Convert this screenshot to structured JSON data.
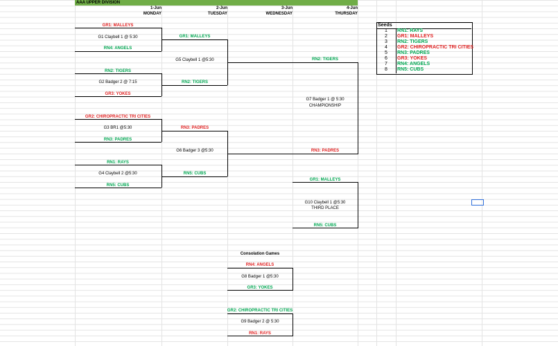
{
  "sheet": {
    "title": "AAA UPPER DIVISION"
  },
  "days": [
    {
      "date": "1-Jun",
      "name": "MONDAY"
    },
    {
      "date": "2-Jun",
      "name": "TUESDAY"
    },
    {
      "date": "3-Jun",
      "name": "WEDNESDAY"
    },
    {
      "date": "4-Jun",
      "name": "THURSDAY"
    }
  ],
  "round1": [
    {
      "top": "GR1: MALLEYS",
      "top_color": "red",
      "game": "G1 Claybell 1 @ 5:30",
      "bottom": "RN4: ANGELS",
      "bottom_color": "green"
    },
    {
      "top": "RN2: TIGERS",
      "top_color": "green",
      "game": "G2 Badger 2 @ 7:15",
      "bottom": "GR3: YOKES",
      "bottom_color": "red"
    },
    {
      "top": "GR2: CHIROPRACTIC TRI CITIES",
      "top_color": "red",
      "game": "G3 BR1 @5:30",
      "bottom": "RN3: PADRES",
      "bottom_color": "green"
    },
    {
      "top": "RN1: RAYS",
      "top_color": "green",
      "game": "G4 Claybell 2 @5:30",
      "bottom": "RN5: CUBS",
      "bottom_color": "green"
    }
  ],
  "round2": [
    {
      "top": "GR1: MALLEYS",
      "top_color": "green",
      "game": "G5 Claybell 1 @5:30",
      "bottom": "RN2: TIGERS",
      "bottom_color": "green"
    },
    {
      "top": "RN3: PADRES",
      "top_color": "red",
      "game": "G6 Badger 3 @5:30",
      "bottom": "RN5: CUBS",
      "bottom_color": "green"
    }
  ],
  "final": {
    "top": "RN2: TIGERS",
    "game": "G7 Badger 1 @ 5:30",
    "label": "CHAMPIONSHIP",
    "bottom": "RN3: PADRES"
  },
  "third": {
    "top": "GR1: MALLEYS",
    "game": "G10 Claybell 1 @5:30",
    "label": "THIRD PLACE",
    "bottom": "RN5: CUBS"
  },
  "consolation": {
    "title": "Consolation Games",
    "games": [
      {
        "top": "RN4: ANGELS",
        "top_color": "red",
        "game": "G8 Badger 1 @5:30",
        "bottom": "GR3: YOKES",
        "bottom_color": "green"
      },
      {
        "top": "GR2: CHIROPRACTIC TRI CITIES",
        "top_color": "green",
        "game": "G9 Badger 2 @ 5:30",
        "bottom": "RN1: RAYS",
        "bottom_color": "red"
      }
    ]
  },
  "seeds": {
    "title": "Seeds",
    "rows": [
      {
        "n": "1",
        "team": "RN1: RAYS",
        "color": "green"
      },
      {
        "n": "2",
        "team": "GR1: MALLEYS",
        "color": "red"
      },
      {
        "n": "3",
        "team": "RN2: TIGERS",
        "color": "green"
      },
      {
        "n": "4",
        "team": "GR2: CHIROPRACTIC TRI CITIES",
        "color": "red"
      },
      {
        "n": "5",
        "team": "RN3: PADRES",
        "color": "green"
      },
      {
        "n": "6",
        "team": "GR3: YOKES",
        "color": "red"
      },
      {
        "n": "7",
        "team": "RN4: ANGELS",
        "color": "green"
      },
      {
        "n": "8",
        "team": "RN5: CUBS",
        "color": "green"
      }
    ]
  }
}
